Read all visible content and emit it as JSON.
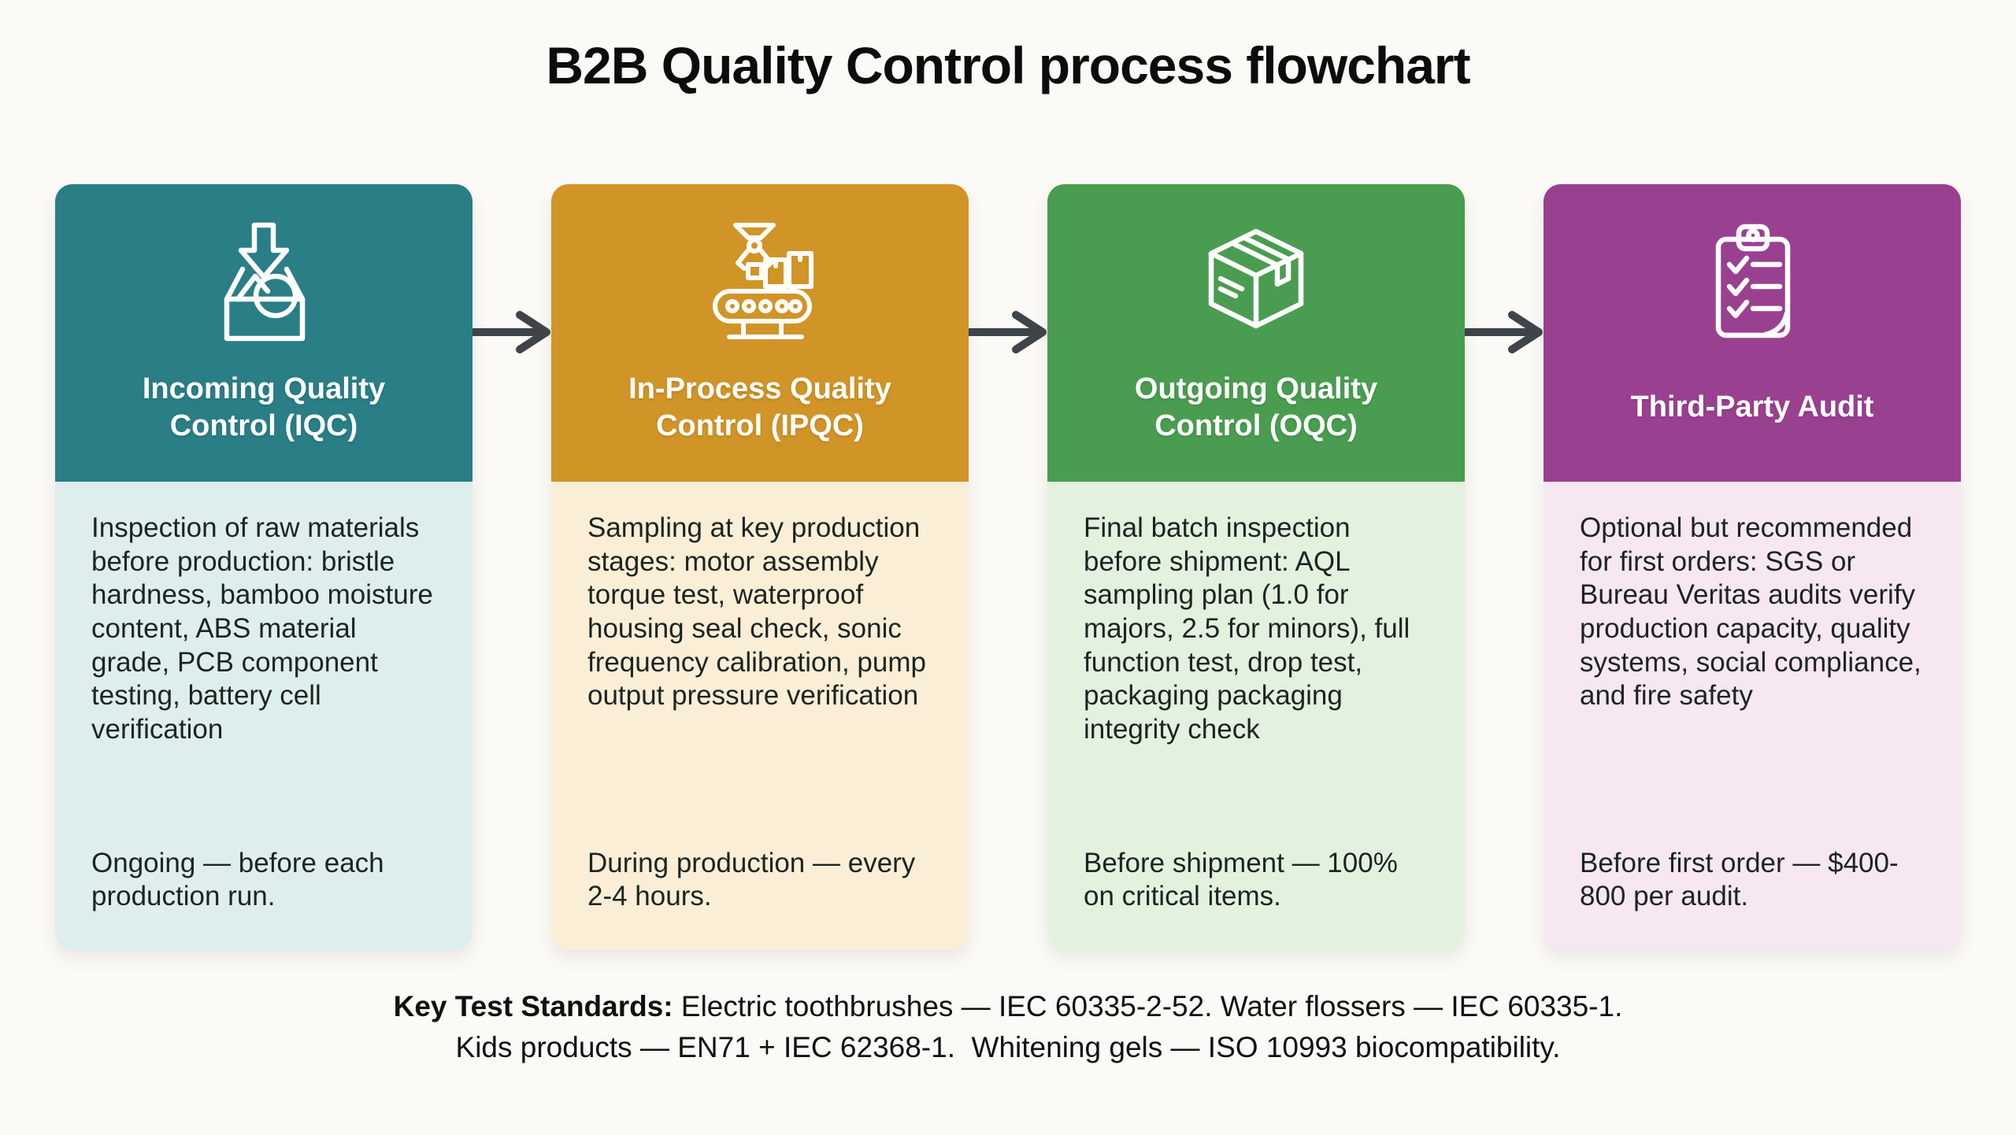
{
  "page": {
    "title": "B2B Quality Control process flowchart",
    "background_color": "#fbfaf6"
  },
  "arrow_color": "#3e4449",
  "cards": [
    {
      "id": "iqc",
      "icon": "incoming-tray-icon",
      "title": "Incoming Quality Control (IQC)",
      "body": "Inspection of raw materials before production: bristle hardness, bamboo moisture content, ABS material grade, PCB component testing, battery cell verification",
      "footer": "Ongoing — before each production run.",
      "header_color": "#2a7e86",
      "body_color": "#deeeec"
    },
    {
      "id": "ipqc",
      "icon": "conveyor-line-icon",
      "title": "In-Process Quality Control (IPQC)",
      "body": "Sampling at key production stages: motor assembly torque test, waterproof housing seal check, sonic frequency calibration, pump output pressure verification",
      "footer": "During production — every 2-4 hours.",
      "header_color": "#d19427",
      "body_color": "#faeed6"
    },
    {
      "id": "oqc",
      "icon": "shipping-box-icon",
      "title": "Outgoing Quality Control (OQC)",
      "body": "Final batch inspection before shipment: AQL sampling plan (1.0 for majors, 2.5 for minors), full function test, drop test, packaging packaging integrity check",
      "footer": "Before shipment — 100% on critical items.",
      "header_color": "#4a9d50",
      "body_color": "#e3f1df"
    },
    {
      "id": "third-party-audit",
      "icon": "clipboard-checklist-icon",
      "title": "Third-Party Audit",
      "body": "Optional but recommended for first orders: SGS or Bureau Veritas audits verify production capacity, quality systems, social compliance, and fire safety",
      "footer": "Before first order — $400-800 per audit.",
      "header_color": "#9a4090",
      "body_color": "#f6e7f2"
    }
  ],
  "note": {
    "bold": "Key Test Standards:",
    "line1": " Electric toothbrushes — IEC 60335-2-52. Water flossers — IEC 60335-1.",
    "line2": "Kids products — EN71 + IEC 62368-1.  Whitening gels — ISO 10993 biocompatibility."
  }
}
